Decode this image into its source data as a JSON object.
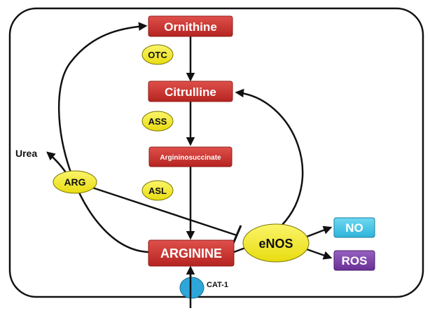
{
  "nodes": {
    "ornithine": "Ornithine",
    "citrulline": "Citrulline",
    "argininosuccinate": "Argininosuccinate",
    "arginine": "ARGININE",
    "no": "NO",
    "ros": "ROS",
    "urea": "Urea"
  },
  "enzymes": {
    "otc": "OTC",
    "ass": "ASS",
    "asl": "ASL",
    "arg": "ARG",
    "enos": "eNOS"
  },
  "transporter": {
    "cat1": "CAT-1"
  },
  "colors": {
    "metabolite_box": "#c9302c",
    "enzyme_ellipse": "#f2ea1d",
    "no_box": "#3cc3e6",
    "ros_box": "#7a3fa6",
    "transporter": "#2ea6d9",
    "line": "#111111"
  }
}
